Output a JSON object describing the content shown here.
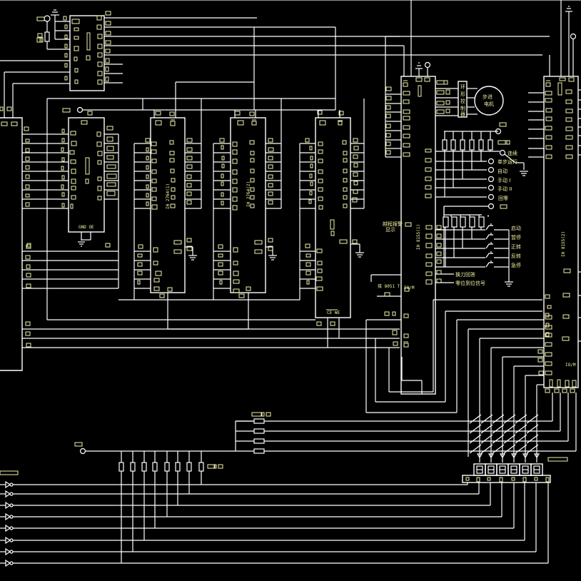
{
  "diagram": {
    "title": "8051 stepper motor control circuit schematic",
    "colors": {
      "background": "#000000",
      "wire": "#ffffff",
      "pin_label": "#f2f2b0",
      "text": "#f0f0a0"
    },
    "chips": {
      "rom1": "IH 2764(1)",
      "rom2": "IH 2764(2)",
      "io1": "IH 8155(1)",
      "io2": "IH 8155(2)",
      "latch_pins": "GND OE",
      "rom_pin": "CE",
      "third_pin": "CE WE",
      "mcu_note": "接 8051 T",
      "io_pin": "IO/M",
      "io2_io_pin": "IO/M"
    },
    "driver": {
      "label_chars": [
        "环",
        "形",
        "控",
        "制",
        "器"
      ],
      "motor_label": [
        "步进",
        "电机"
      ]
    },
    "switch_labels": [
      "连续",
      "单步运行",
      "自动",
      "手动 I",
      "手动 II",
      "回零"
    ],
    "button_labels": [
      "启动",
      "暂停",
      "正转",
      "反转",
      "急停"
    ],
    "signal_labels": [
      "换刀回答",
      "零位到位信号"
    ],
    "alarm_label": [
      "越程报警",
      "显示"
    ],
    "display": {
      "digit_count": 6,
      "inverter_count": 8
    }
  }
}
